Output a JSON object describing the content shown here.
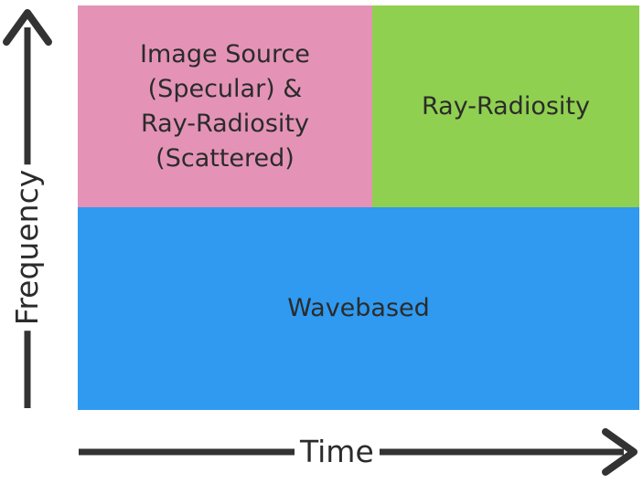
{
  "regions": {
    "top_left": {
      "text": "Image Source\n(Specular) &\nRay-Radiosity\n(Scattered)",
      "color": "#e493b7"
    },
    "top_right": {
      "text": "Ray-Radiosity",
      "color": "#90d050"
    },
    "bottom": {
      "text": "Wavebased",
      "color": "#2f9af0"
    }
  },
  "axes": {
    "x_label": "Time",
    "y_label": "Frequency",
    "arrow_color": "#333333"
  }
}
